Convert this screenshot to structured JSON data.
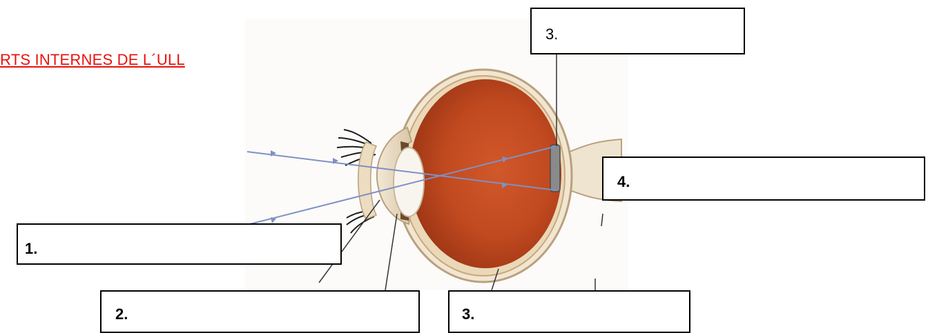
{
  "title": "RTS INTERNES DE L´ULL",
  "labels": {
    "top_3": "3.",
    "label_4": "4.",
    "label_1": "1.",
    "label_2": "2.",
    "label_3": "3."
  },
  "colors": {
    "title": "#e8120c",
    "sclera_outline": "#b9a07e",
    "eye_interior": "#c0471f",
    "optic_nerve": "#efe4cf",
    "light_ray": "#7f90c4"
  }
}
